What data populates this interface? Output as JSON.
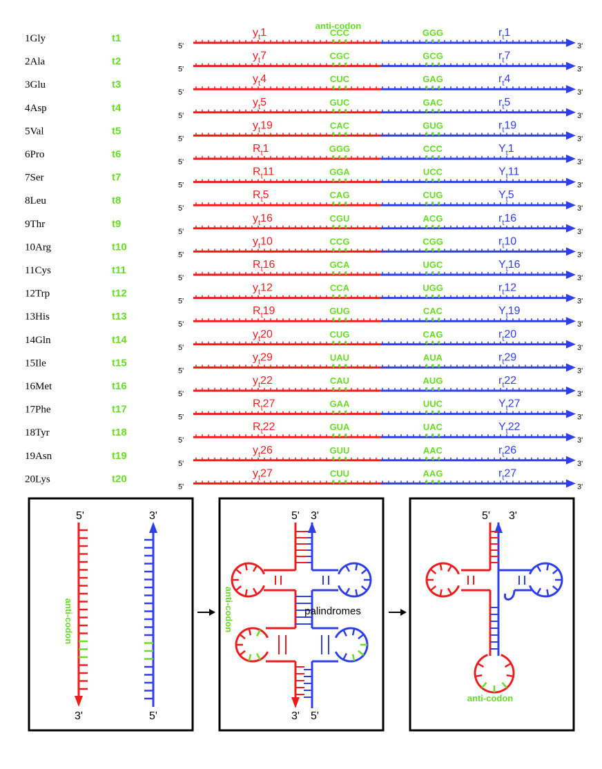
{
  "header": {
    "anticodon_label": "anti-codon"
  },
  "strand_ends": {
    "five": "5'",
    "three": "3'"
  },
  "rows": [
    {
      "aa": "1Gly",
      "t": "t1",
      "lpre": "y",
      "lnum": "1",
      "rpre": "r",
      "rnum": "1",
      "ac": "CCC",
      "cd": "GGG"
    },
    {
      "aa": "2Ala",
      "t": "t2",
      "lpre": "y",
      "lnum": "7",
      "rpre": "r",
      "rnum": "7",
      "ac": "CGC",
      "cd": "GCG"
    },
    {
      "aa": "3Glu",
      "t": "t3",
      "lpre": "y",
      "lnum": "4",
      "rpre": "r",
      "rnum": "4",
      "ac": "CUC",
      "cd": "GAG"
    },
    {
      "aa": "4Asp",
      "t": "t4",
      "lpre": "y",
      "lnum": "5",
      "rpre": "r",
      "rnum": "5",
      "ac": "GUC",
      "cd": "GAC"
    },
    {
      "aa": "5Val",
      "t": "t5",
      "lpre": "y",
      "lnum": "19",
      "rpre": "r",
      "rnum": "19",
      "ac": "CAC",
      "cd": "GUG"
    },
    {
      "aa": "6Pro",
      "t": "t6",
      "lpre": "R",
      "lnum": "1",
      "rpre": "Y",
      "rnum": "1",
      "ac": "GGG",
      "cd": "CCC"
    },
    {
      "aa": "7Ser",
      "t": "t7",
      "lpre": "R",
      "lnum": "11",
      "rpre": "Y",
      "rnum": "11",
      "ac": "GGA",
      "cd": "UCC"
    },
    {
      "aa": "8Leu",
      "t": "t8",
      "lpre": "R",
      "lnum": "5",
      "rpre": "Y",
      "rnum": "5",
      "ac": "CAG",
      "cd": "CUG"
    },
    {
      "aa": "9Thr",
      "t": "t9",
      "lpre": "y",
      "lnum": "16",
      "rpre": "r",
      "rnum": "16",
      "ac": "CGU",
      "cd": "ACG"
    },
    {
      "aa": "10Arg",
      "t": "t10",
      "lpre": "y",
      "lnum": "10",
      "rpre": "r",
      "rnum": "10",
      "ac": "CCG",
      "cd": "CGG"
    },
    {
      "aa": "11Cys",
      "t": "t11",
      "lpre": "R",
      "lnum": "16",
      "rpre": "Y",
      "rnum": "16",
      "ac": "GCA",
      "cd": "UGC"
    },
    {
      "aa": "12Trp",
      "t": "t12",
      "lpre": "y",
      "lnum": "12",
      "rpre": "r",
      "rnum": "12",
      "ac": "CCA",
      "cd": "UGG"
    },
    {
      "aa": "13His",
      "t": "t13",
      "lpre": "R",
      "lnum": "19",
      "rpre": "Y",
      "rnum": "19",
      "ac": "GUG",
      "cd": "CAC"
    },
    {
      "aa": "14Gln",
      "t": "t14",
      "lpre": "y",
      "lnum": "20",
      "rpre": "r",
      "rnum": "20",
      "ac": "CUG",
      "cd": "CAG"
    },
    {
      "aa": "15Ile",
      "t": "t15",
      "lpre": "y",
      "lnum": "29",
      "rpre": "r",
      "rnum": "29",
      "ac": "UAU",
      "cd": "AUA"
    },
    {
      "aa": "16Met",
      "t": "t16",
      "lpre": "y",
      "lnum": "22",
      "rpre": "r",
      "rnum": "22",
      "ac": "CAU",
      "cd": "AUG"
    },
    {
      "aa": "17Phe",
      "t": "t17",
      "lpre": "R",
      "lnum": "27",
      "rpre": "Y",
      "rnum": "27",
      "ac": "GAA",
      "cd": "UUC"
    },
    {
      "aa": "18Tyr",
      "t": "t18",
      "lpre": "R",
      "lnum": "22",
      "rpre": "Y",
      "rnum": "22",
      "ac": "GUA",
      "cd": "UAC"
    },
    {
      "aa": "19Asn",
      "t": "t19",
      "lpre": "y",
      "lnum": "26",
      "rpre": "r",
      "rnum": "26",
      "ac": "GUU",
      "cd": "AAC"
    },
    {
      "aa": "20Lys",
      "t": "t20",
      "lpre": "y",
      "lnum": "27",
      "rpre": "r",
      "rnum": "27",
      "ac": "CUU",
      "cd": "AAG"
    }
  ],
  "subscript": "t",
  "panels": {
    "p1": {
      "anticodon_label": "anti-codon"
    },
    "p2": {
      "anticodon_label": "anti-codon",
      "palindromes_label": "palindromes"
    },
    "p3": {
      "anticodon_label": "anti-codon"
    }
  },
  "colors": {
    "red_strand": "#ee1c1c",
    "blue_strand": "#2e3ee8",
    "anticodon": "#66dd22",
    "text": "#000000"
  }
}
